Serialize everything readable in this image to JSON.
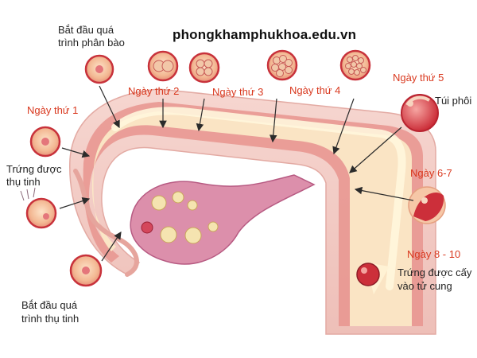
{
  "watermark": "phongkhamphukhoa.edu.vn",
  "labels": {
    "start_division_line1": "Bắt đầu quá",
    "start_division_line2": "trình phân bào",
    "day1": "Ngày thứ 1",
    "day2": "Ngày thứ 2",
    "day3": "Ngày thứ 3",
    "day4": "Ngày thứ 4",
    "day5": "Ngày thứ 5",
    "blastocyst": "Túi phôi",
    "day6_7": "Ngày 6-7",
    "fertilized_line1": "Trứng được",
    "fertilized_line2": "thụ tinh",
    "day8_10": "Ngày 8 - 10",
    "implanted_line1": "Trứng được cấy",
    "implanted_line2": "vào tử cung",
    "start_fert_line1": "Bắt đầu quá",
    "start_fert_line2": "trình thụ tinh"
  },
  "colors": {
    "day_label": "#d9381e",
    "text": "#222222",
    "tube_wall": "#f0c9c4",
    "tube_lining": "#e58f89",
    "tube_inner": "#fbe9c9",
    "ovary": "#d98aa6",
    "cell_border": "#c8323b",
    "cell_fill": "#f4c4a2",
    "arrow": "#2b2b2b"
  }
}
